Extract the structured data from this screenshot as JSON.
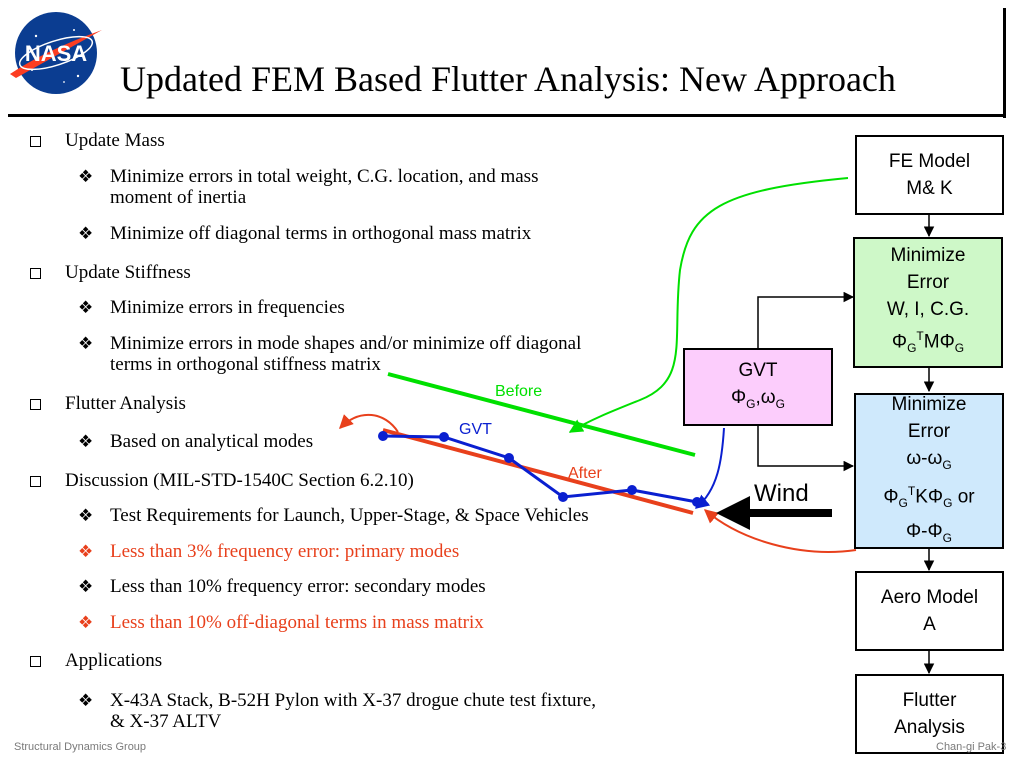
{
  "logo": {
    "text": "NASA"
  },
  "title": "Updated FEM Based Flutter Analysis: New Approach",
  "bullets": [
    {
      "level": 1,
      "text": "Update Mass"
    },
    {
      "level": 2,
      "lines": [
        "Minimize errors in total weight, C.G. location, and mass",
        "moment of inertia"
      ]
    },
    {
      "level": 2,
      "text": "Minimize off diagonal terms in orthogonal mass matrix"
    },
    {
      "level": 1,
      "text": "Update Stiffness"
    },
    {
      "level": 2,
      "text": "Minimize errors in frequencies"
    },
    {
      "level": 2,
      "lines": [
        "Minimize errors in mode shapes and/or minimize off diagonal",
        "terms in orthogonal stiffness matrix"
      ]
    },
    {
      "level": 1,
      "text": "Flutter Analysis"
    },
    {
      "level": 2,
      "text": "Based on analytical modes"
    },
    {
      "level": 1,
      "text": "Discussion (MIL-STD-1540C Section 6.2.10)"
    },
    {
      "level": 2,
      "text": "Test Requirements for Launch, Upper-Stage, & Space Vehicles"
    },
    {
      "level": 2,
      "text": "Less than 3% frequency error: primary modes",
      "color": "#e8401c"
    },
    {
      "level": 2,
      "text": "Less than 10% frequency error: secondary modes"
    },
    {
      "level": 2,
      "text": "Less than 10% off-diagonal terms in mass matrix",
      "color": "#e8401c"
    },
    {
      "level": 1,
      "text": "Applications"
    },
    {
      "level": 2,
      "lines": [
        "X-43A Stack, B-52H Pylon with X-37 drogue chute test fixture,",
        "& X-37 ALTV"
      ]
    }
  ],
  "flow": {
    "fe_model": {
      "lines": [
        "FE Model",
        "M& K"
      ]
    },
    "min_mass": {
      "lines": [
        "Minimize",
        "Error",
        "W, I, C.G."
      ],
      "formula": {
        "phi": "Φ",
        "g": "G",
        "t": "T",
        "mid": "M"
      }
    },
    "gvt": {
      "line1": "GVT",
      "phi": "Φ",
      "g": "G",
      "omega": "ω",
      "sep": ","
    },
    "min_stiff": {
      "lines": [
        "Minimize",
        "Error"
      ],
      "omega": "ω",
      "dash": "-",
      "g": "G",
      "phi": "Φ",
      "t": "T",
      "k": "K",
      "or": "or"
    },
    "aero": {
      "lines": [
        "Aero Model",
        "A"
      ]
    },
    "flutter": {
      "lines": [
        "Flutter",
        "Analysis"
      ]
    }
  },
  "plot_labels": {
    "before": "Before",
    "gvt": "GVT",
    "after": "After",
    "wind": "Wind"
  },
  "colors": {
    "before": "#00e000",
    "after": "#e8401c",
    "gvt": "#0a1fd0",
    "gvt_box": "#fccdfc",
    "stiff_box": "#cfe9fc",
    "mass_box": "#cef8c8"
  },
  "footer": {
    "left": "Structural Dynamics Group",
    "right": "Chan-gi Pak-3"
  }
}
